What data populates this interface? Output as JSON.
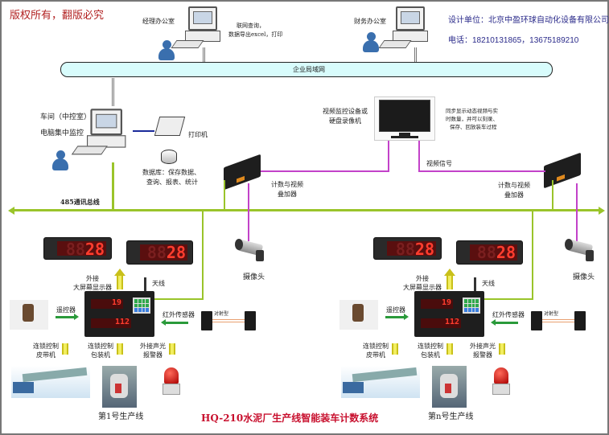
{
  "header": {
    "copyright": "版权所有，翻版必究",
    "design_unit": "设计单位：北京中盈环球自动化设备有限公司",
    "phone": "电话：18210131865，13675189210"
  },
  "offices": {
    "manager": "经理办公室",
    "manager_note_1": "联网查询，",
    "manager_note_2": "数据导出excel，打印",
    "finance": "财务办公室"
  },
  "lan": {
    "label": "企业局域网"
  },
  "workshop": {
    "label_1": "车间（中控室）",
    "label_2": "电脑集中监控",
    "printer": "打印机",
    "db_1": "数据库：保存数据、",
    "db_2": "查询、报表、统计"
  },
  "video": {
    "monitor_1": "视频监控设备或",
    "monitor_2": "硬盘录像机",
    "note_1": "同步显示动态视频与实",
    "note_2": "时数量，并可以刻录、",
    "note_3": "保存、回放装车过程",
    "signal": "视频信号",
    "overlay_1": "计数与视频",
    "overlay_2": "叠加器",
    "camera": "摄像头"
  },
  "bus": {
    "label": "485通讯总线"
  },
  "device": {
    "display_value": "28",
    "display_dim": "88",
    "big_display_1": "外接",
    "big_display_2": "大屏幕显示器",
    "antenna": "天线",
    "count_top": "19",
    "count_bottom": "112",
    "remote": "遥控器",
    "ir_sensor": "红外传感器",
    "beam_type": "对射型",
    "belt_1": "连锁控制",
    "belt_2": "皮带机",
    "packer_1": "连锁控制",
    "packer_2": "包装机",
    "alarm_1": "外接声光",
    "alarm_2": "报警器"
  },
  "lines": [
    {
      "label": "第1号生产线"
    },
    {
      "label": "第n号生产线"
    }
  ],
  "title": "HQ-210水泥厂生产线智能装车计数系统",
  "colors": {
    "bus": "#9ac42a",
    "video": "#c342c9",
    "lan": "#d8fcfc",
    "title": "#c8102e",
    "company": "#2a2a8a"
  }
}
